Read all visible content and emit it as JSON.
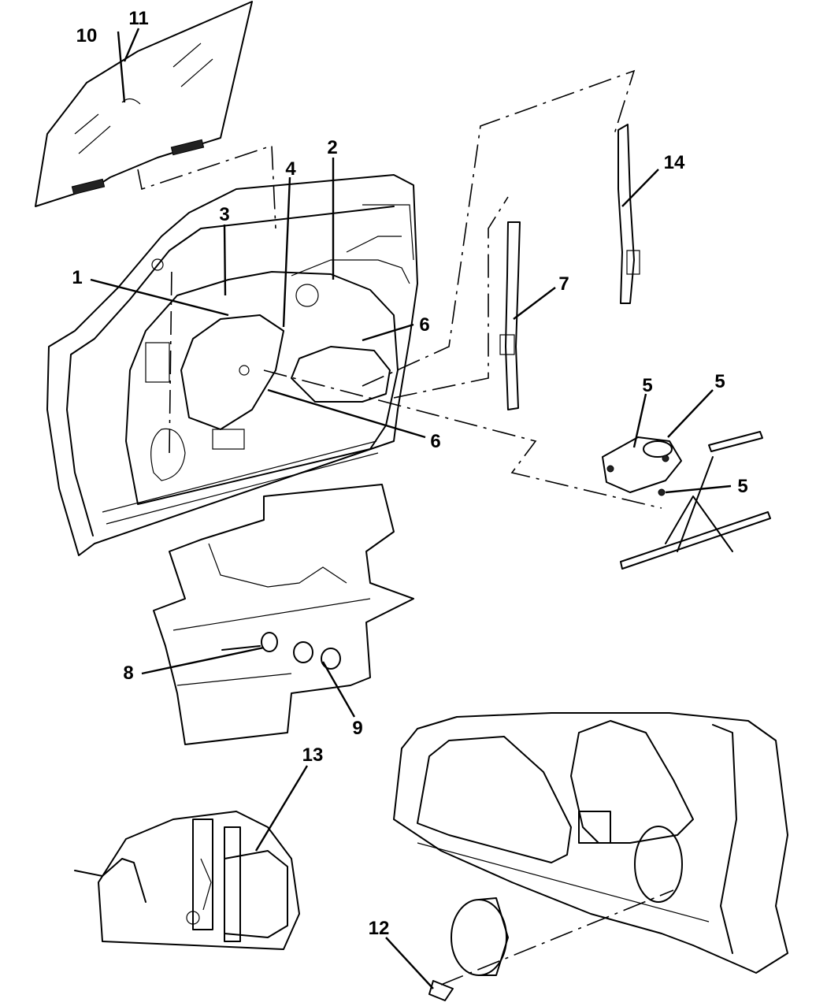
{
  "callouts": [
    {
      "id": "c1",
      "text": "1"
    },
    {
      "id": "c2",
      "text": "2"
    },
    {
      "id": "c3",
      "text": "3"
    },
    {
      "id": "c4",
      "text": "4"
    },
    {
      "id": "c5a",
      "text": "5"
    },
    {
      "id": "c5b",
      "text": "5"
    },
    {
      "id": "c5c",
      "text": "5"
    },
    {
      "id": "c6a",
      "text": "6"
    },
    {
      "id": "c6b",
      "text": "6"
    },
    {
      "id": "c7",
      "text": "7"
    },
    {
      "id": "c8",
      "text": "8"
    },
    {
      "id": "c9",
      "text": "9"
    },
    {
      "id": "c10",
      "text": "10"
    },
    {
      "id": "c11",
      "text": "11"
    },
    {
      "id": "c12",
      "text": "12"
    },
    {
      "id": "c13",
      "text": "13"
    },
    {
      "id": "c14",
      "text": "14"
    }
  ],
  "colors": {
    "line": "#000000",
    "background": "#ffffff"
  }
}
